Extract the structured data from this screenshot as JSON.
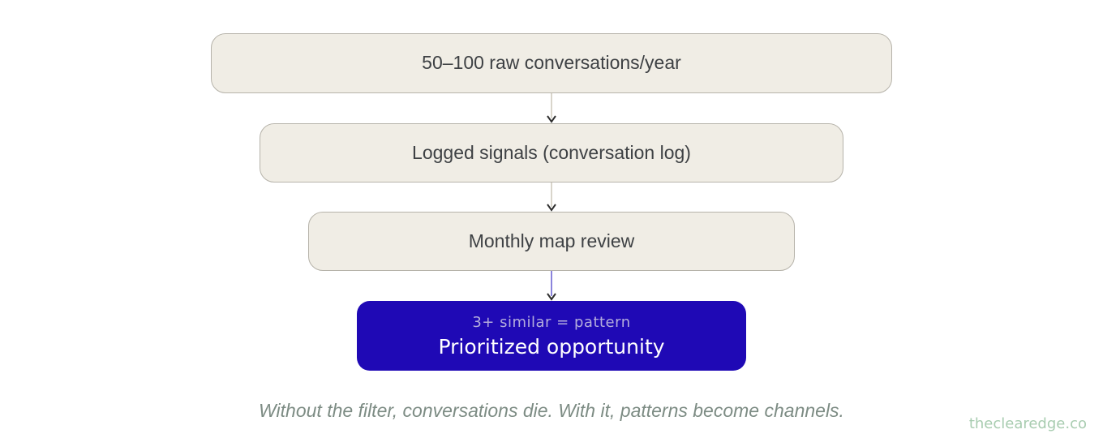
{
  "funnel": {
    "steps": [
      {
        "label": "50–100 raw conversations/year"
      },
      {
        "label": "Logged signals (conversation log)"
      },
      {
        "label": "Monthly map review"
      }
    ],
    "result": {
      "subtitle": "3+ similar = pattern",
      "title": "Prioritized opportunity"
    }
  },
  "caption": "Without the filter, conversations die. With it, patterns become channels.",
  "watermark": "theclearedge.co",
  "colors": {
    "step_fill": "#f0ede5",
    "step_border": "#b6b3aa",
    "step_text": "#3e4144",
    "result_fill": "#1f09b5",
    "result_subtitle_text": "#b4addd",
    "result_title_text": "#ffffff",
    "arrow_stem": "#d9d5cb",
    "arrow_accent_stem": "#8b84dc",
    "arrow_head": "#2e2e2e",
    "caption_text": "#7d8c84",
    "watermark_text": "#a8ccb0"
  }
}
